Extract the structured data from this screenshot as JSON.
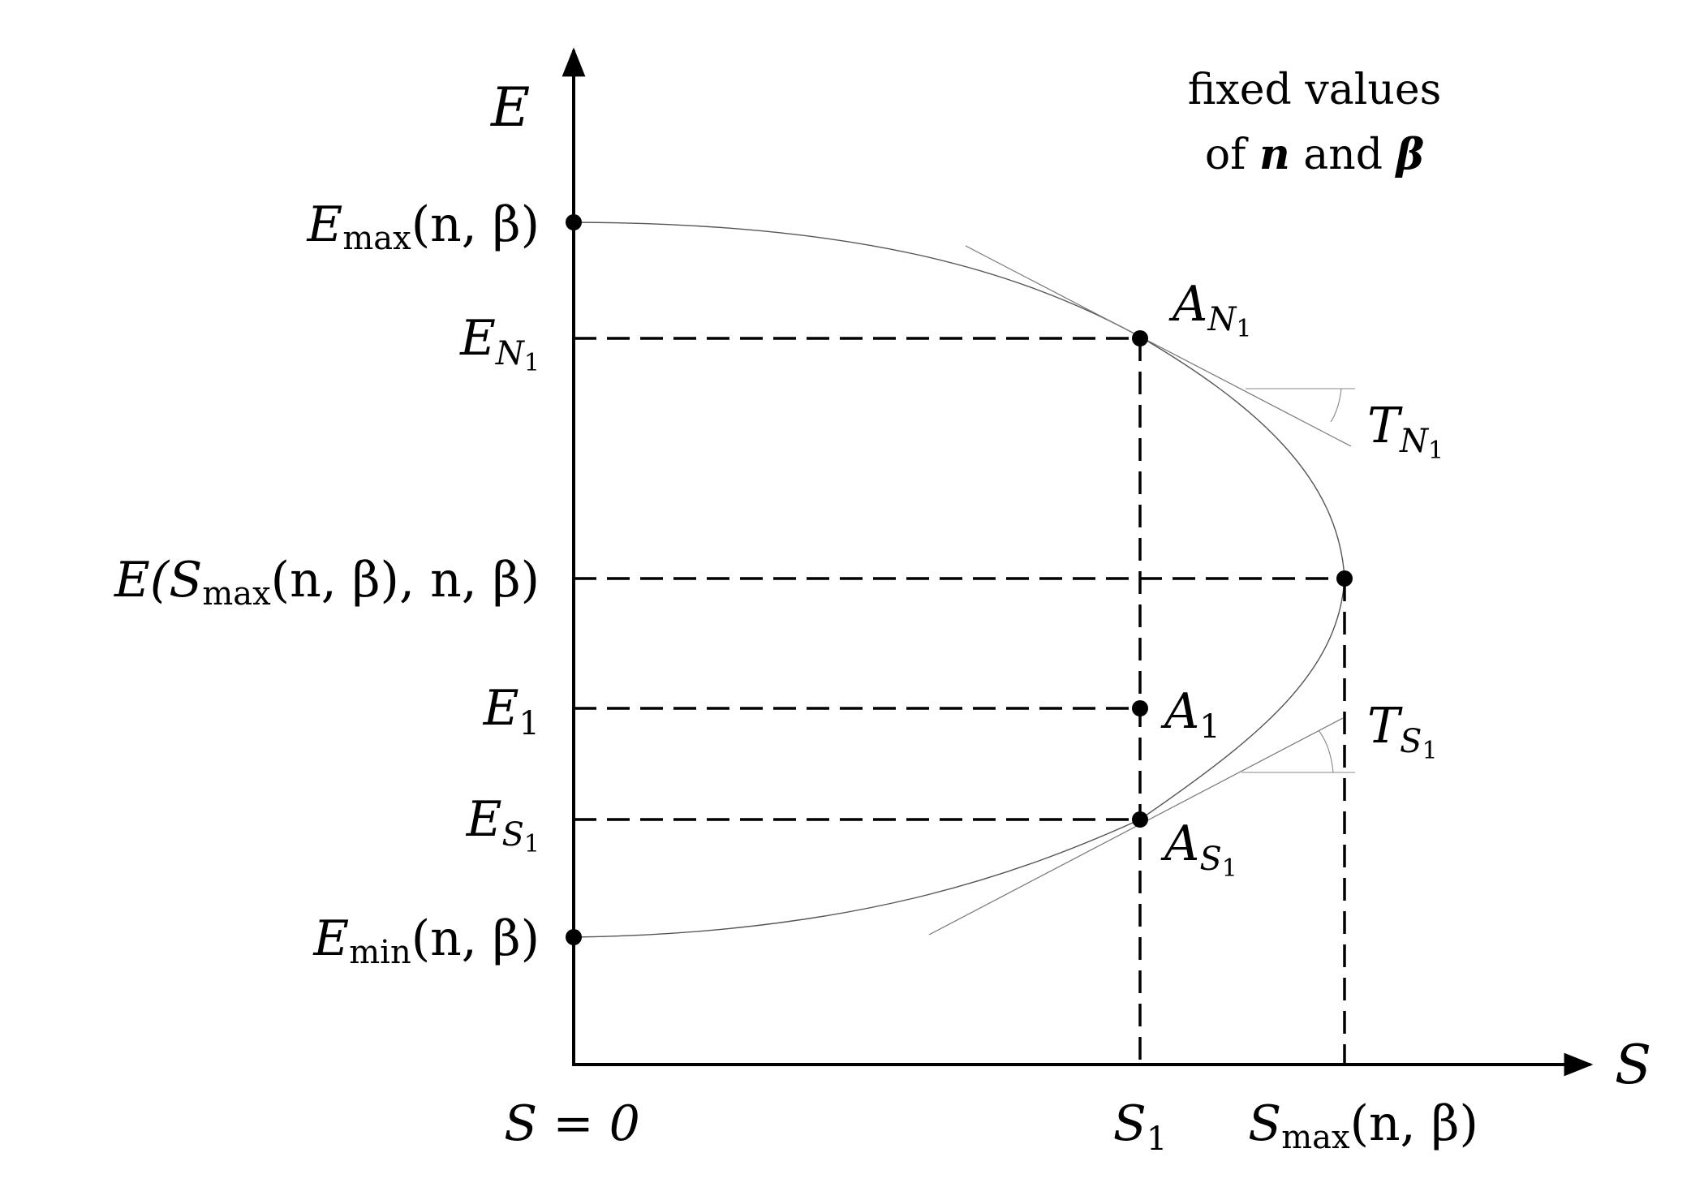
{
  "axes": {
    "y_label": "E",
    "x_label": "S"
  },
  "note": {
    "line1": "fixed values",
    "line2_prefix": "of ",
    "line2_n": "n",
    "line2_mid": " and ",
    "line2_beta": "β"
  },
  "y_ticks": {
    "emax": {
      "base": "E",
      "sub": "max",
      "args": "(n, β)"
    },
    "en1": {
      "base": "E",
      "sub": "N",
      "subsub": "1"
    },
    "esmax": {
      "text_pre": "E(S",
      "sub": "max",
      "text_post": "(n, β), n, β)"
    },
    "e1": {
      "base": "E",
      "sub": "1"
    },
    "es1": {
      "base": "E",
      "sub": "S",
      "subsub": "1"
    },
    "emin": {
      "base": "E",
      "sub": "min",
      "args": "(n, β)"
    }
  },
  "x_ticks": {
    "s0": "S = 0",
    "s1": {
      "base": "S",
      "sub": "1"
    },
    "smax": {
      "base": "S",
      "sub": "max",
      "args": "(n, β)"
    }
  },
  "points": {
    "an1": {
      "base": "A",
      "sub": "N",
      "subsub": "1"
    },
    "a1": {
      "base": "A",
      "sub": "1"
    },
    "as1": {
      "base": "A",
      "sub": "S",
      "subsub": "1"
    }
  },
  "tangents": {
    "tn1": {
      "base": "T",
      "sub": "N",
      "subsub": "1"
    },
    "ts1": {
      "base": "T",
      "sub": "S",
      "subsub": "1"
    }
  }
}
